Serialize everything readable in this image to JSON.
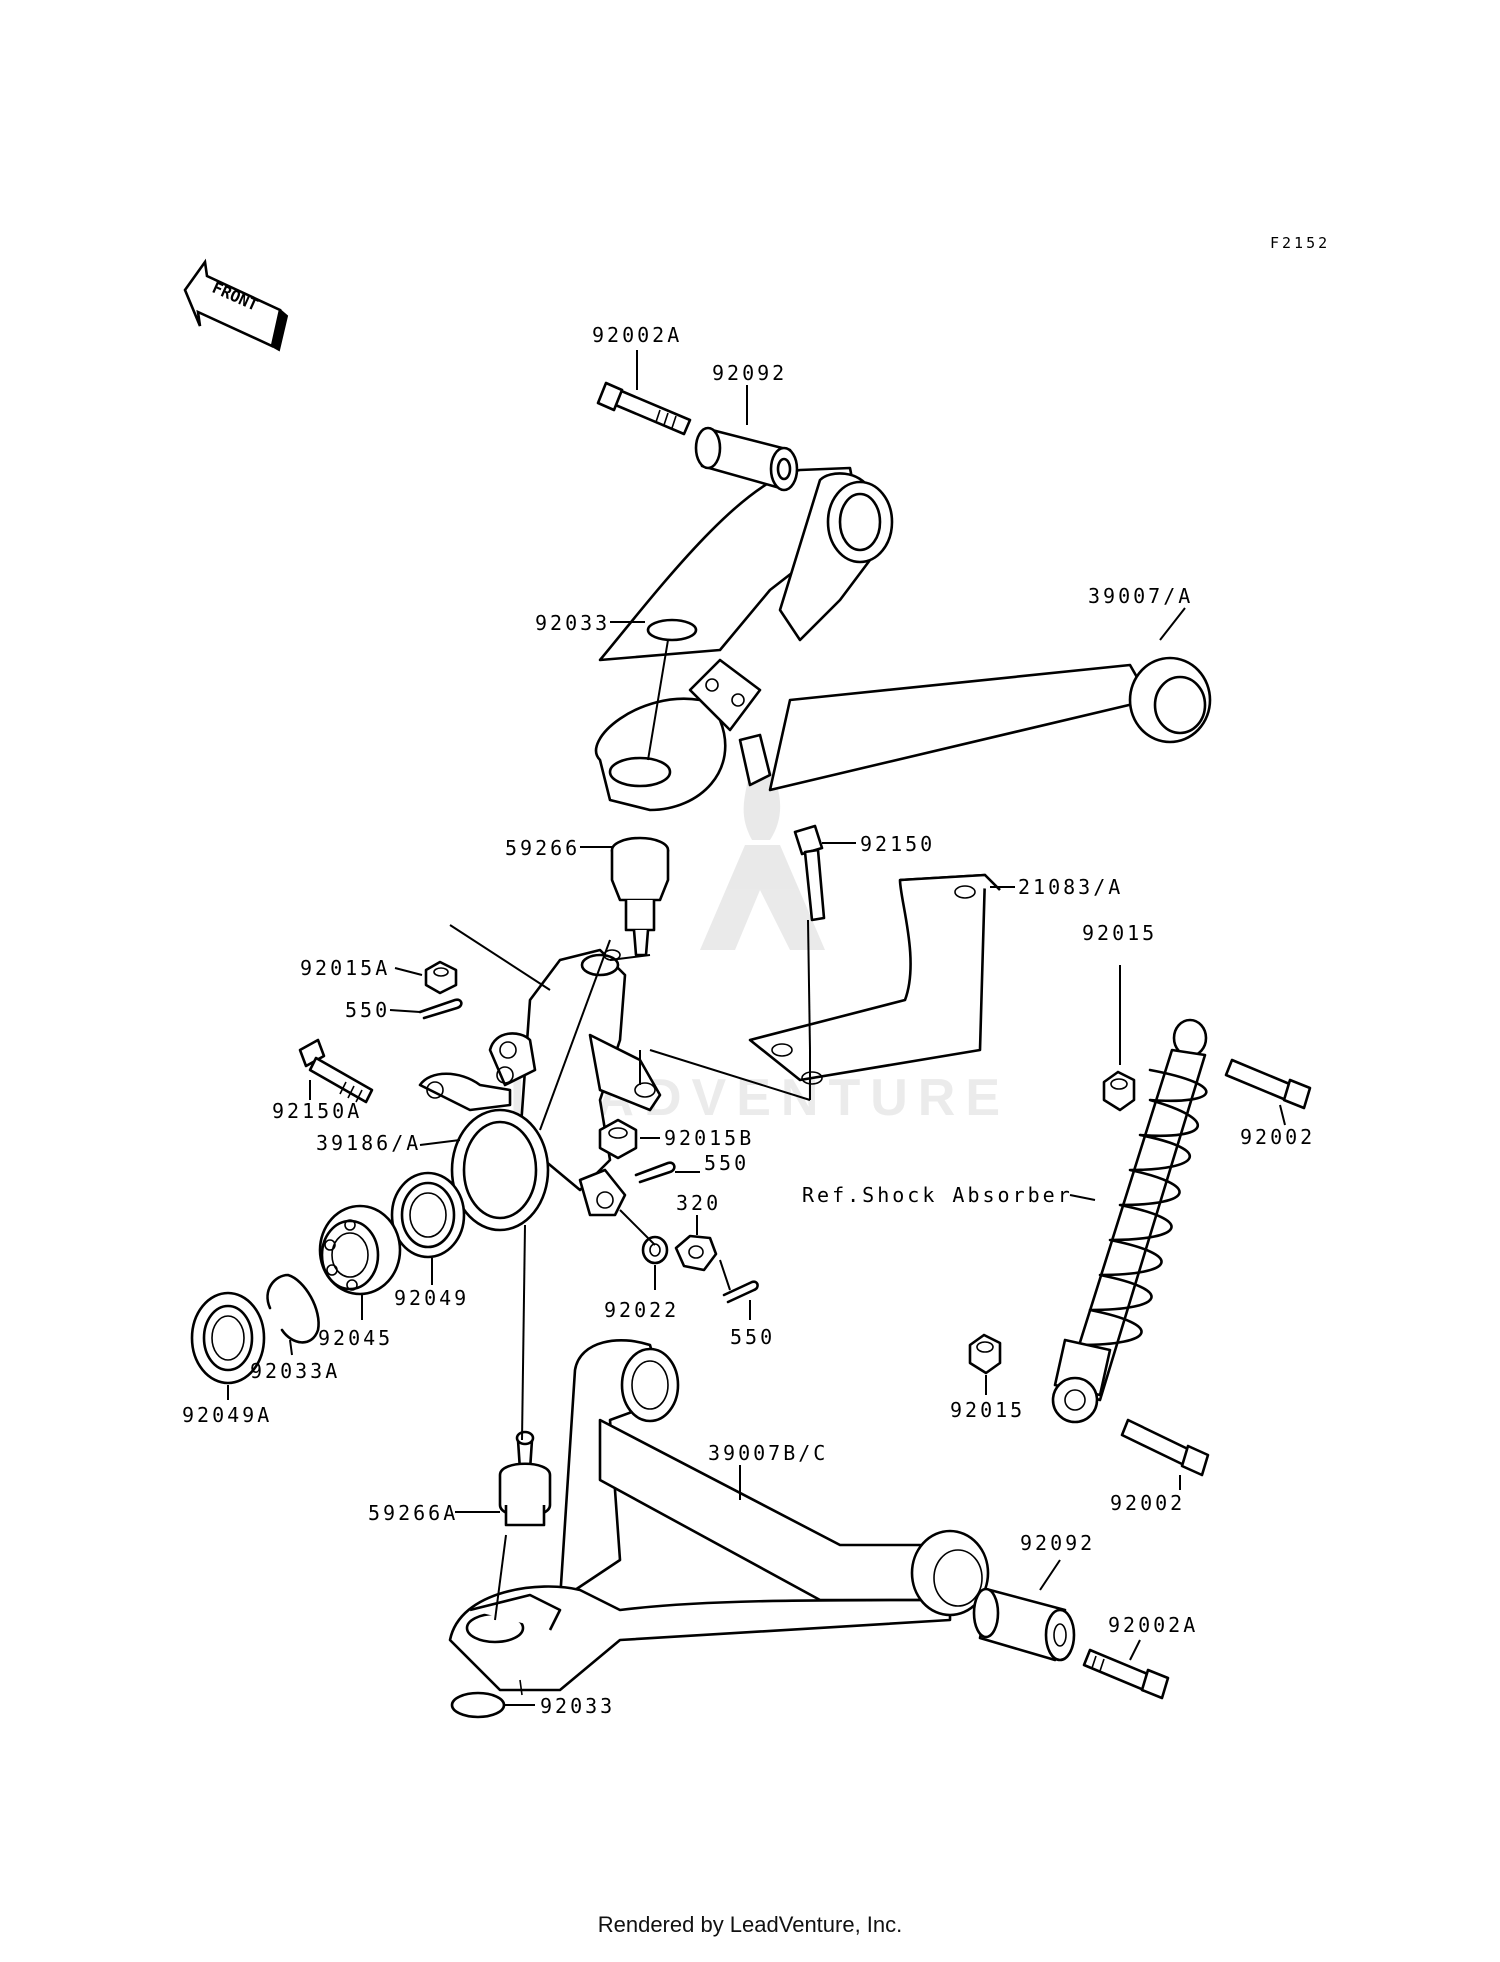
{
  "diagram": {
    "figure_code": "F2152",
    "front_arrow_label": "FRONT",
    "labels": {
      "p_92002A_top": "92002A",
      "p_92092_top": "92092",
      "p_92033_top": "92033",
      "p_39007A": "39007/A",
      "p_59266": "59266",
      "p_92150": "92150",
      "p_21083A": "21083/A",
      "p_92015_top": "92015",
      "p_92015A": "92015A",
      "p_550_a": "550",
      "p_92150A": "92150A",
      "p_39186A": "39186/A",
      "p_92015B": "92015B",
      "p_550_b": "550",
      "p_ref_shock": "Ref.Shock Absorber",
      "p_92002_right": "92002",
      "p_320": "320",
      "p_92022": "92022",
      "p_550_c": "550",
      "p_92049": "92049",
      "p_92045": "92045",
      "p_92033A": "92033A",
      "p_92049A": "92049A",
      "p_92015_low": "92015",
      "p_92002_low": "92002",
      "p_39007BC": "39007B/C",
      "p_59266A": "59266A",
      "p_92092_low": "92092",
      "p_92002A_low": "92002A",
      "p_92033_low": "92033"
    },
    "watermark": "LEADVENTURE"
  },
  "footer": {
    "rendered_by": "Rendered by LeadVenture, Inc."
  }
}
